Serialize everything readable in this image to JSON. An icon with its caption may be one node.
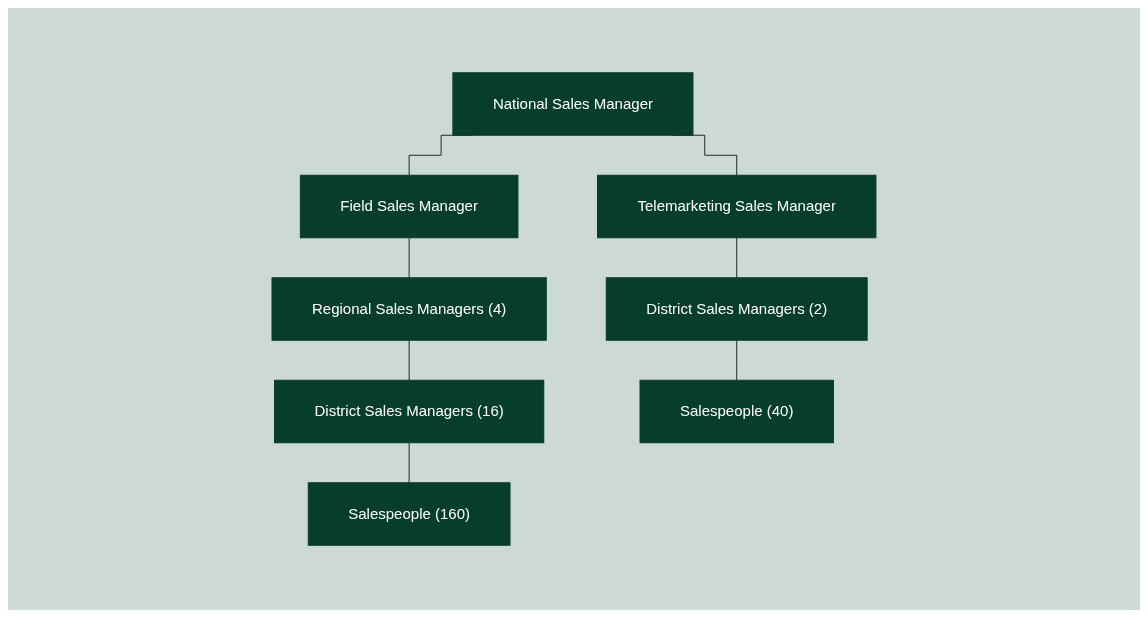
{
  "diagram": {
    "nodes": [
      {
        "text": [
          "National Sales Manager"
        ]
      },
      {
        "text": [
          "Field Sales Manager"
        ]
      },
      {
        "text": [
          "Telemarketing Sales Manager"
        ]
      },
      {
        "text": [
          "Regional Sales Managers (4)"
        ]
      },
      {
        "text": [
          "District Sales Managers (2)"
        ]
      },
      {
        "text": [
          "District Sales Managers (16)"
        ]
      },
      {
        "text": [
          "Salespeople (40)"
        ]
      },
      {
        "text": [
          "Salespeople (160)"
        ]
      }
    ],
    "edges": [
      {
        "from": 0,
        "to": 1,
        "arrow": "none"
      },
      {
        "from": 0,
        "to": 2,
        "arrow": "none"
      },
      {
        "from": 1,
        "to": 3,
        "arrow": "none"
      },
      {
        "from": 2,
        "to": 4,
        "arrow": "none"
      },
      {
        "from": 3,
        "to": 5,
        "arrow": "none"
      },
      {
        "from": 4,
        "to": 6,
        "arrow": "none"
      },
      {
        "from": 5,
        "to": 7,
        "arrow": "none"
      }
    ]
  }
}
